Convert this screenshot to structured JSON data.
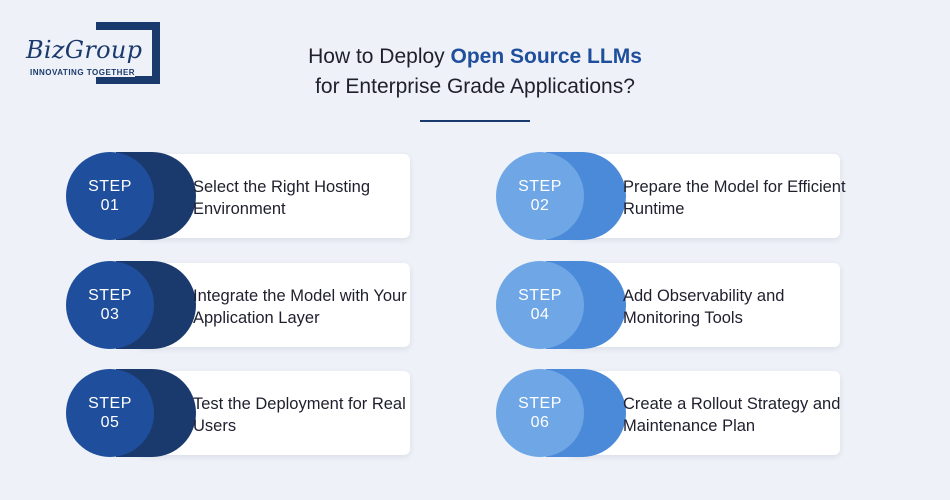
{
  "logo": {
    "brand": "BizGroup",
    "tagline": "INNOVATING TOGETHER"
  },
  "title": {
    "prefix": "How to Deploy ",
    "highlight": "Open Source LLMs",
    "line2": "for Enterprise Grade Applications?"
  },
  "steps": [
    {
      "step_word": "STEP",
      "number": "01",
      "label": "Select the Right Hosting Environment"
    },
    {
      "step_word": "STEP",
      "number": "02",
      "label": "Prepare the Model for Efficient Runtime"
    },
    {
      "step_word": "STEP",
      "number": "03",
      "label": "Integrate the Model with Your Application Layer"
    },
    {
      "step_word": "STEP",
      "number": "04",
      "label": "Add Observability and Monitoring Tools"
    },
    {
      "step_word": "STEP",
      "number": "05",
      "label": "Test the Deployment for Real Users"
    },
    {
      "step_word": "STEP",
      "number": "06",
      "label": "Create a Rollout Strategy and Maintenance Plan"
    }
  ],
  "colors": {
    "dark_badge": "#1f4f9c",
    "light_badge": "#6ea6e6",
    "title_highlight": "#1f4f9c",
    "background": "#eef1f7"
  }
}
